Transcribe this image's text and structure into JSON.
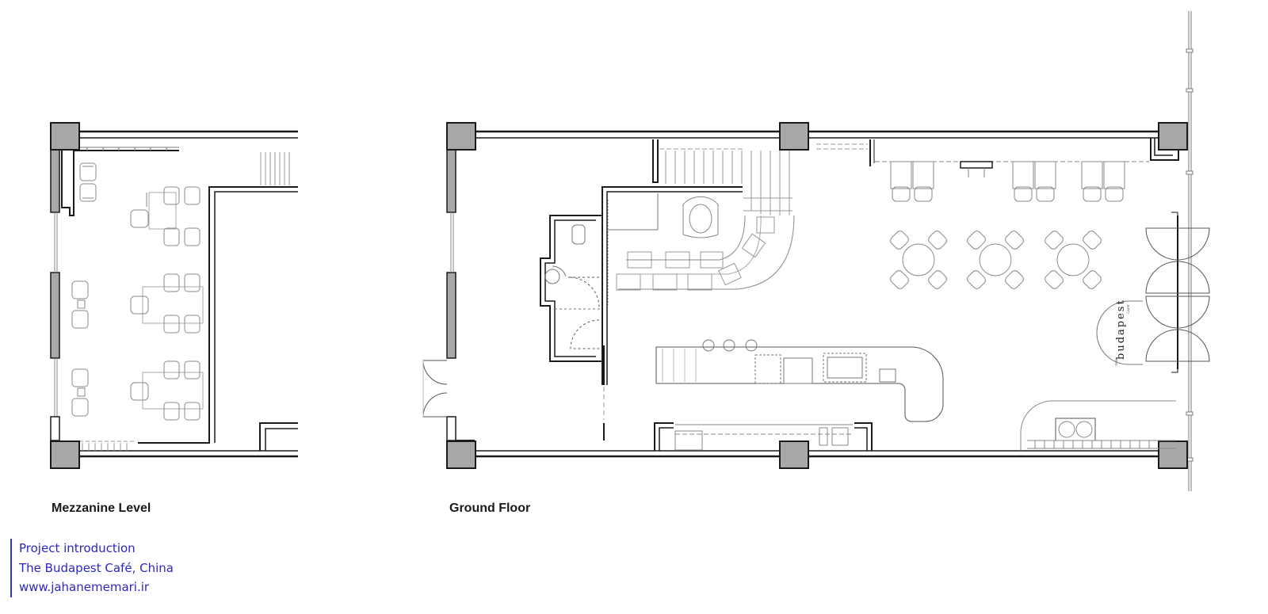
{
  "labels": {
    "mezzanine": "Mezzanine Level",
    "ground": "Ground Floor"
  },
  "signage": {
    "brand_small": "THE",
    "brand": "budapest",
    "brand_sub": "CAFE"
  },
  "credit": {
    "line1": "Project introduction",
    "line2": "The Budapest Café, China",
    "line3": "www.jahanememari.ir"
  },
  "colors": {
    "wall": "#1a1a1a",
    "column_fill": "#a8a8a8",
    "furniture": "#8a8a8a",
    "credit_text": "#2b27c4"
  }
}
